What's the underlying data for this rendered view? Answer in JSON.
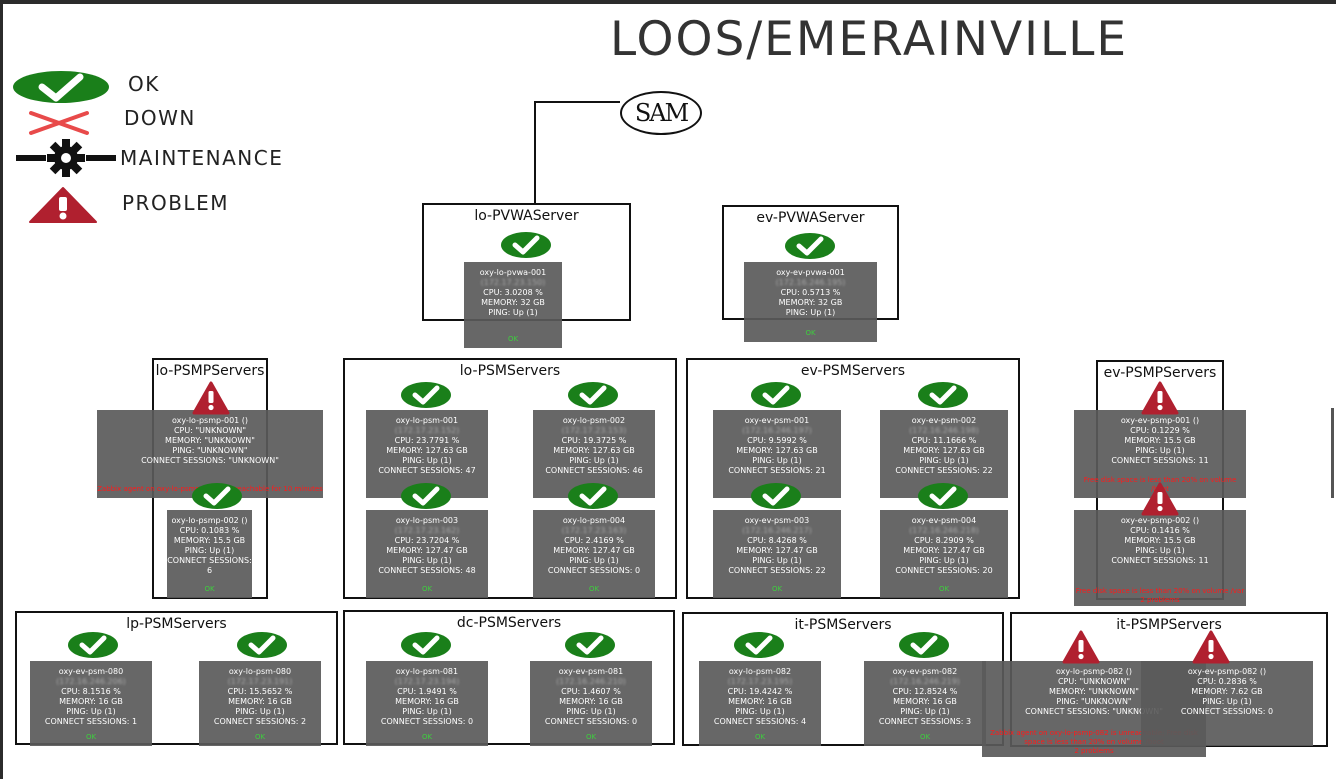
{
  "title": "LOOS/EMERAINVILLE",
  "legend": {
    "ok": "OK",
    "down": "DOWN",
    "maintenance": "MAINTENANCE",
    "problem": "PROBLEM"
  },
  "root": {
    "label": "SAM"
  },
  "groups": {
    "lo_pvwa": {
      "title": "lo-PVWAServer"
    },
    "ev_pvwa": {
      "title": "ev-PVWAServer"
    },
    "lo_psmp": {
      "title": "lo-PSMPServers"
    },
    "lo_psm": {
      "title": "lo-PSMServers"
    },
    "ev_psm": {
      "title": "ev-PSMServers"
    },
    "ev_psmp": {
      "title": "ev-PSMPServers"
    },
    "lp_psm": {
      "title": "lp-PSMServers"
    },
    "dc_psm": {
      "title": "dc-PSMServers"
    },
    "it_psm": {
      "title": "it-PSMServers"
    },
    "it_psmp": {
      "title": "it-PSMPServers"
    }
  },
  "cards": [
    {
      "name": "oxy-lo-pvwa-001",
      "ip": "172.17.23.150",
      "lines": [
        "CPU: 3.0208 %",
        "MEMORY: 32 GB",
        "PING: Up (1)"
      ],
      "status": "OK",
      "state": "ok"
    },
    {
      "name": "oxy-ev-pvwa-001",
      "ip": "172.16.246.195",
      "lines": [
        "CPU: 0.5713 %",
        "MEMORY: 32 GB",
        "PING: Up (1)"
      ],
      "status": "OK",
      "state": "ok"
    },
    {
      "name": "oxy-lo-psmp-001 ()",
      "ip": "",
      "lines": [
        "CPU: \"UNKNOWN\"",
        "MEMORY: \"UNKNOWN\"",
        "PING: \"UNKNOWN\"",
        "CONNECT SESSIONS: \"UNKNOWN\""
      ],
      "error": "Zabbix agent on oxy-lo-psmp-001 is unreachable for 10 minutes",
      "state": "problem"
    },
    {
      "name": "oxy-lo-psmp-002 ()",
      "ip": "",
      "lines": [
        "CPU: 0.1083 %",
        "MEMORY: 15.5 GB",
        "PING: Up (1)",
        "CONNECT SESSIONS: 6"
      ],
      "status": "OK",
      "state": "ok"
    },
    {
      "name": "oxy-lo-psm-001",
      "ip": "172.17.23.152",
      "lines": [
        "CPU: 23.7791 %",
        "MEMORY: 127.63 GB",
        "PING: Up (1)",
        "CONNECT SESSIONS: 47"
      ],
      "status": "OK",
      "state": "ok"
    },
    {
      "name": "oxy-lo-psm-002",
      "ip": "172.17.23.153",
      "lines": [
        "CPU: 19.3725 %",
        "MEMORY: 127.63 GB",
        "PING: Up (1)",
        "CONNECT SESSIONS: 46"
      ],
      "status": "OK",
      "state": "ok"
    },
    {
      "name": "oxy-lo-psm-003",
      "ip": "172.17.23.162",
      "lines": [
        "CPU: 23.7204 %",
        "MEMORY: 127.47 GB",
        "PING: Up (1)",
        "CONNECT SESSIONS: 48"
      ],
      "status": "OK",
      "state": "ok"
    },
    {
      "name": "oxy-lo-psm-004",
      "ip": "172.17.23.163",
      "lines": [
        "CPU: 2.4169 %",
        "MEMORY: 127.47 GB",
        "PING: Up (1)",
        "CONNECT SESSIONS: 0"
      ],
      "status": "OK",
      "state": "ok"
    },
    {
      "name": "oxy-ev-psm-001",
      "ip": "172.16.246.197",
      "lines": [
        "CPU: 9.5992 %",
        "MEMORY: 127.63 GB",
        "PING: Up (1)",
        "CONNECT SESSIONS: 21"
      ],
      "status": "OK",
      "state": "ok"
    },
    {
      "name": "oxy-ev-psm-002",
      "ip": "172.16.246.198",
      "lines": [
        "CPU: 11.1666 %",
        "MEMORY: 127.63 GB",
        "PING: Up (1)",
        "CONNECT SESSIONS: 22"
      ],
      "status": "OK",
      "state": "ok"
    },
    {
      "name": "oxy-ev-psm-003",
      "ip": "172.16.246.217",
      "lines": [
        "CPU: 8.4268 %",
        "MEMORY: 127.47 GB",
        "PING: Up (1)",
        "CONNECT SESSIONS: 22"
      ],
      "status": "OK",
      "state": "ok"
    },
    {
      "name": "oxy-ev-psm-004",
      "ip": "172.16.246.218",
      "lines": [
        "CPU: 8.2909 %",
        "MEMORY: 127.47 GB",
        "PING: Up (1)",
        "CONNECT SESSIONS: 20"
      ],
      "status": "OK",
      "state": "ok"
    },
    {
      "name": "oxy-ev-psmp-001 ()",
      "ip": "",
      "lines": [
        "CPU: 0.1229 %",
        "MEMORY: 15.5 GB",
        "PING: Up (1)",
        "CONNECT SESSIONS: 11"
      ],
      "error": "Free disk space is less than 20% on volume /boot",
      "state": "problem"
    },
    {
      "name": "oxy-ev-psmp-002 ()",
      "ip": "",
      "lines": [
        "CPU: 0.1416 %",
        "MEMORY: 15.5 GB",
        "PING: Up (1)",
        "CONNECT SESSIONS: 11"
      ],
      "error": "Free disk space is less than 20% on volume /var",
      "error2": "2 problems",
      "state": "problem"
    },
    {
      "name": "oxy-ev-psm-080",
      "ip": "172.16.246.206",
      "lines": [
        "CPU: 8.1516 %",
        "MEMORY: 16 GB",
        "PING: Up (1)",
        "CONNECT SESSIONS: 1"
      ],
      "status": "OK",
      "state": "ok"
    },
    {
      "name": "oxy-lo-psm-080",
      "ip": "172.17.23.191",
      "lines": [
        "CPU: 15.5652 %",
        "MEMORY: 16 GB",
        "PING: Up (1)",
        "CONNECT SESSIONS: 2"
      ],
      "status": "OK",
      "state": "ok"
    },
    {
      "name": "oxy-lo-psm-081",
      "ip": "172.17.23.194",
      "lines": [
        "CPU: 1.9491 %",
        "MEMORY: 16 GB",
        "PING: Up (1)",
        "CONNECT SESSIONS: 0"
      ],
      "status": "OK",
      "state": "ok"
    },
    {
      "name": "oxy-ev-psm-081",
      "ip": "172.16.246.210",
      "lines": [
        "CPU: 1.4607 %",
        "MEMORY: 16 GB",
        "PING: Up (1)",
        "CONNECT SESSIONS: 0"
      ],
      "status": "OK",
      "state": "ok"
    },
    {
      "name": "oxy-lo-psm-082",
      "ip": "172.17.23.195",
      "lines": [
        "CPU: 19.4242 %",
        "MEMORY: 16 GB",
        "PING: Up (1)",
        "CONNECT SESSIONS: 4"
      ],
      "status": "OK",
      "state": "ok"
    },
    {
      "name": "oxy-ev-psm-082",
      "ip": "172.16.246.219",
      "lines": [
        "CPU: 12.8524 %",
        "MEMORY: 16 GB",
        "PING: Up (1)",
        "CONNECT SESSIONS: 3"
      ],
      "status": "OK",
      "state": "ok"
    },
    {
      "name": "oxy-lo-psmp-082 ()",
      "ip": "",
      "lines": [
        "CPU: \"UNKNOWN\"",
        "MEMORY: \"UNKNOWN\"",
        "PING: \"UNKNOWN\"",
        "CONNECT SESSIONS: \"UNKNOWN\""
      ],
      "error": "Zabbix agent on oxy-lo-psmp-082 is unreachable; Free disk space is less than 20% on volume /boot",
      "error2": "2 problems",
      "state": "problem"
    },
    {
      "name": "oxy-ev-psmp-082 ()",
      "ip": "",
      "lines": [
        "CPU: 0.2836 %",
        "MEMORY: 7.62 GB",
        "PING: Up (1)",
        "CONNECT SESSIONS: 0"
      ],
      "state": "problem"
    }
  ],
  "colors": {
    "ok": "#1a7f1a",
    "down": "#e84a4a",
    "problem": "#b0202f",
    "card_bg": "#5a5a5a"
  }
}
